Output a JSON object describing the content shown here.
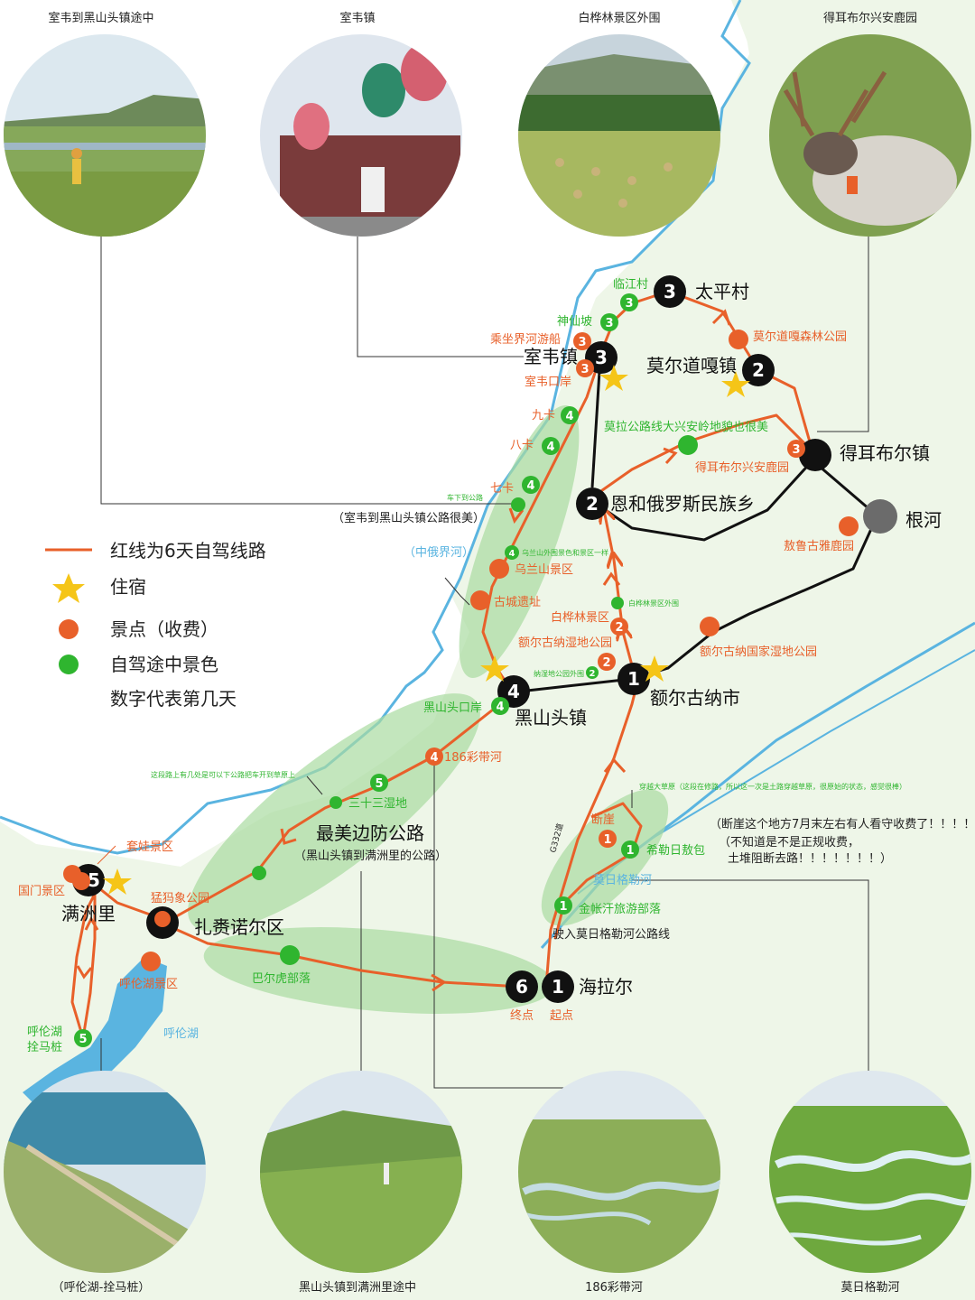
{
  "colors": {
    "route": "#e8602a",
    "attraction": "#e8602a",
    "scenic": "#2fb52f",
    "road": "#111111",
    "river": "#5ab4e0",
    "land": "#eef6e8",
    "highlight": "#a9dca1",
    "star": "#f5c518",
    "grey_node": "#6b6b6b"
  },
  "legend": {
    "route": "红线为6天自驾线路",
    "lodging": "住宿",
    "attraction": "景点（收费）",
    "scenic": "自驾途中景色",
    "day_note": "数字代表第几天"
  },
  "photos": [
    {
      "caption": "室韦到黑山头镇途中",
      "icon": "grassland-hiker"
    },
    {
      "caption": "室韦镇",
      "icon": "russian-style-building"
    },
    {
      "caption": "白桦林景区外围",
      "icon": "birch-forest-haybales"
    },
    {
      "caption": "得耳布尔兴安鹿园",
      "icon": "reindeer"
    },
    {
      "caption": "（呼伦湖-拴马桩）",
      "icon": "lake-shore"
    },
    {
      "caption": "黑山头镇到满洲里途中",
      "icon": "green-hills-scarecrow"
    },
    {
      "caption": "186彩带河",
      "icon": "winding-river"
    },
    {
      "caption": "莫日格勒河",
      "icon": "meandering-river"
    }
  ],
  "towns": {
    "taiping": {
      "day": "3",
      "label": "太平村"
    },
    "shiwei": {
      "day": "3",
      "label": "室韦镇"
    },
    "moerdaoga": {
      "day": "2",
      "label": "莫尔道嘎镇"
    },
    "deerbuer": {
      "label": "得耳布尔镇"
    },
    "enhe": {
      "day": "2",
      "label": "恩和俄罗斯民族乡"
    },
    "genhe": {
      "label": "根河"
    },
    "heishantou": {
      "day": "4",
      "label": "黑山头镇"
    },
    "eerguna": {
      "day": "1",
      "label": "额尔古纳市"
    },
    "manzhouli": {
      "day": "5",
      "label": "满洲里"
    },
    "zhalainuoer": {
      "label": "扎赉诺尔区"
    },
    "hailaer": {
      "day_end": "6",
      "day_start": "1",
      "label": "海拉尔",
      "end": "终点",
      "start": "起点"
    }
  },
  "spots": {
    "linjiang": {
      "day": "3",
      "label": "临江村"
    },
    "shenxianpo": {
      "day": "3",
      "label": "神仙坡"
    },
    "youchuan": {
      "day": "3",
      "label": "乘坐界河游船"
    },
    "shiwei_port": {
      "day": "3",
      "label": "室韦口岸"
    },
    "moerdaoga_park": {
      "label": "莫尔道嘎森林公园"
    },
    "jiuka": {
      "day": "4",
      "label": "九卡"
    },
    "baka": {
      "day": "4",
      "label": "八卡"
    },
    "qika": {
      "day": "4",
      "label": "七卡"
    },
    "mola_road": {
      "label": "莫拉公路线大兴安岭地貌也很美"
    },
    "deer_park": {
      "day": "3",
      "label": "得耳布尔兴安鹿园"
    },
    "stop_road": {
      "label": "车下到公路"
    },
    "road_note": {
      "label": "（室韦到黑山头镇公路很美）"
    },
    "wulanshan_note": {
      "day": "4",
      "label": "乌兰山外围景色和景区一样"
    },
    "wulanshan": {
      "label": "乌兰山景区"
    },
    "border_river": {
      "label": "（中俄界河）"
    },
    "gucheng": {
      "label": "古城遗址"
    },
    "aoluguya": {
      "label": "敖鲁古雅鹿园"
    },
    "birch_out": {
      "label": "白桦林景区外围"
    },
    "birch": {
      "day": "2",
      "label": "白桦林景区"
    },
    "wetland": {
      "day": "2",
      "label": "额尔古纳湿地公园"
    },
    "wetland_out": {
      "day": "2",
      "label": "纳湿地公园外围"
    },
    "national_wetland": {
      "label": "额尔古纳国家湿地公园"
    },
    "port_hst": {
      "day": "4",
      "label": "黑山头口岸"
    },
    "caidai": {
      "day": "4",
      "label": "186彩带河"
    },
    "road_tip": {
      "label": "这段路上有几处是可以下公路把车开到草原上"
    },
    "wetland33": {
      "day": "5",
      "label": "三十三湿地"
    },
    "border_road": {
      "label": "最美边防公路"
    },
    "border_road_sub": {
      "label": "（黑山头镇到满洲里的公路）"
    },
    "grass_note": {
      "label": "穿越大草原（这段在修路，所以这一次是土路穿越草原，很原始的状态，感觉很棒）"
    },
    "duanya": {
      "day": "1",
      "label": "断崖"
    },
    "xilerita": {
      "day": "1",
      "label": "希勒日敖包"
    },
    "moriggele": {
      "label": "莫日格勒河"
    },
    "jinzhangh": {
      "day": "1",
      "label": "金帐汗旅游部落"
    },
    "enter_road": {
      "label": "驶入莫日格勒河公路线"
    },
    "g332": {
      "label": "G332道"
    },
    "taowa": {
      "label": "套娃景区"
    },
    "guomen": {
      "label": "国门景区"
    },
    "mammoth": {
      "label": "猛犸象公园"
    },
    "hulun_scenic": {
      "label": "呼伦湖景区"
    },
    "hulun_lake": {
      "label": "呼伦湖"
    },
    "shuanmazhuang": {
      "day": "5",
      "label": "呼伦湖\n拴马桩"
    },
    "baerhu": {
      "label": "巴尔虎部落"
    }
  },
  "duanya_note": [
    "（断崖这个地方7月末左右有人看守收费了！！！！",
    "（不知道是不是正规收费，",
    "土堆阻断去路！！！！！！！）"
  ]
}
